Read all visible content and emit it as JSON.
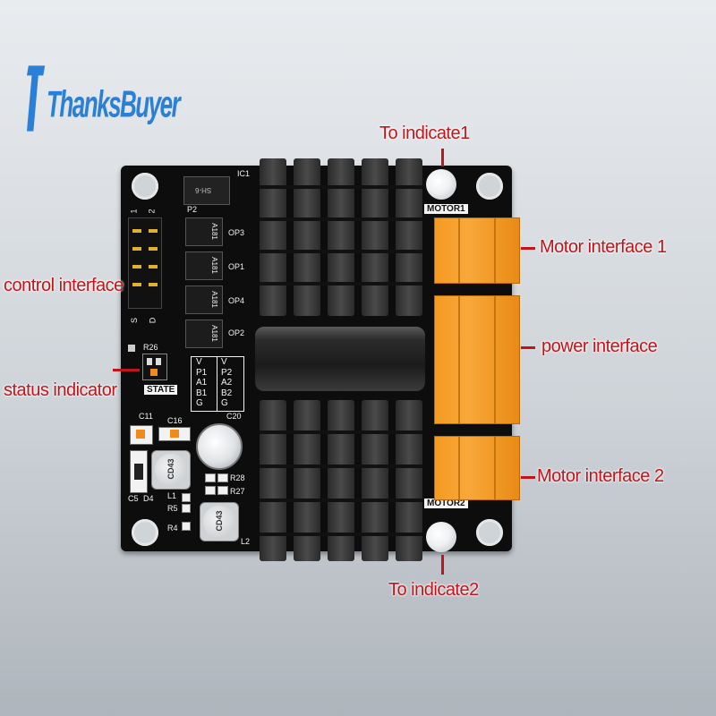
{
  "logo": {
    "text": "ThanksBuyer",
    "color": "#2a7fd6"
  },
  "board": {
    "silkscreen": {
      "ic1": "IC1",
      "p2": "P2",
      "pin1": "1",
      "pin2": "2",
      "pin_s": "S",
      "pin_d": "D",
      "op3": "OP3",
      "op1": "OP1",
      "op4": "OP4",
      "op2": "OP2",
      "r26": "R26",
      "state": "STATE",
      "c11": "C11",
      "c16": "C16",
      "c20": "C20",
      "c5": "C5",
      "d4": "D4",
      "l1": "L1",
      "r5": "R5",
      "r4": "R4",
      "r28": "R28",
      "r27": "R27",
      "l2": "L2",
      "motor1": "MOTOR1",
      "motor2": "MOTOR2",
      "chip_mark": "SH-6",
      "opto_mark": "A181",
      "inductor_mark": "CD43",
      "pin_table": {
        "col1": [
          "V",
          "P1",
          "A1",
          "B1",
          "G"
        ],
        "col2": [
          "V",
          "P2",
          "A2",
          "B2",
          "G"
        ]
      }
    }
  },
  "annotations": {
    "indicate1": "To indicate1",
    "indicate2": "To indicate2",
    "motor_interface_1": "Motor interface 1",
    "power_interface": "power interface",
    "motor_interface_2": "Motor interface 2",
    "control_interface": "control interface",
    "status_indicator": "status indicator",
    "color": "#c0151a"
  }
}
